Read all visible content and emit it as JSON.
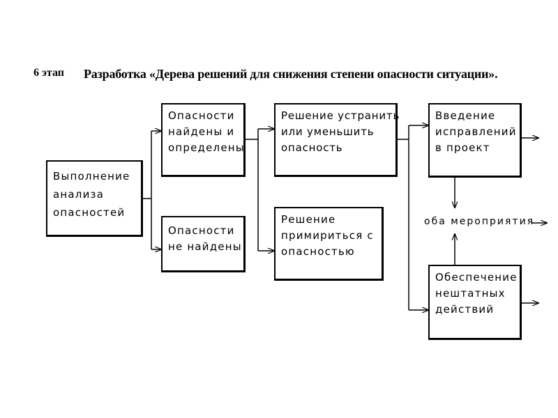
{
  "header": {
    "stage": "6 этап",
    "title": "Разработка «Дерева решений для снижения степени опасности ситуации»."
  },
  "boxes": {
    "analysis": [
      "Выполнение",
      "анализа",
      "опасностей"
    ],
    "found": [
      "Опасности",
      "найдены и",
      "определены"
    ],
    "not_found": [
      "Опасности",
      "не найдены"
    ],
    "eliminate": [
      "Решение устранить",
      "или уменьшить",
      "опасность"
    ],
    "accept": [
      "Решение",
      "примириться с",
      "опасностью"
    ],
    "corrections": [
      "Введение",
      "исправлений",
      "в проект"
    ],
    "contingency": [
      "Обеспечение",
      "нештатных",
      "действий"
    ]
  },
  "middle_label": "оба мероприятия"
}
